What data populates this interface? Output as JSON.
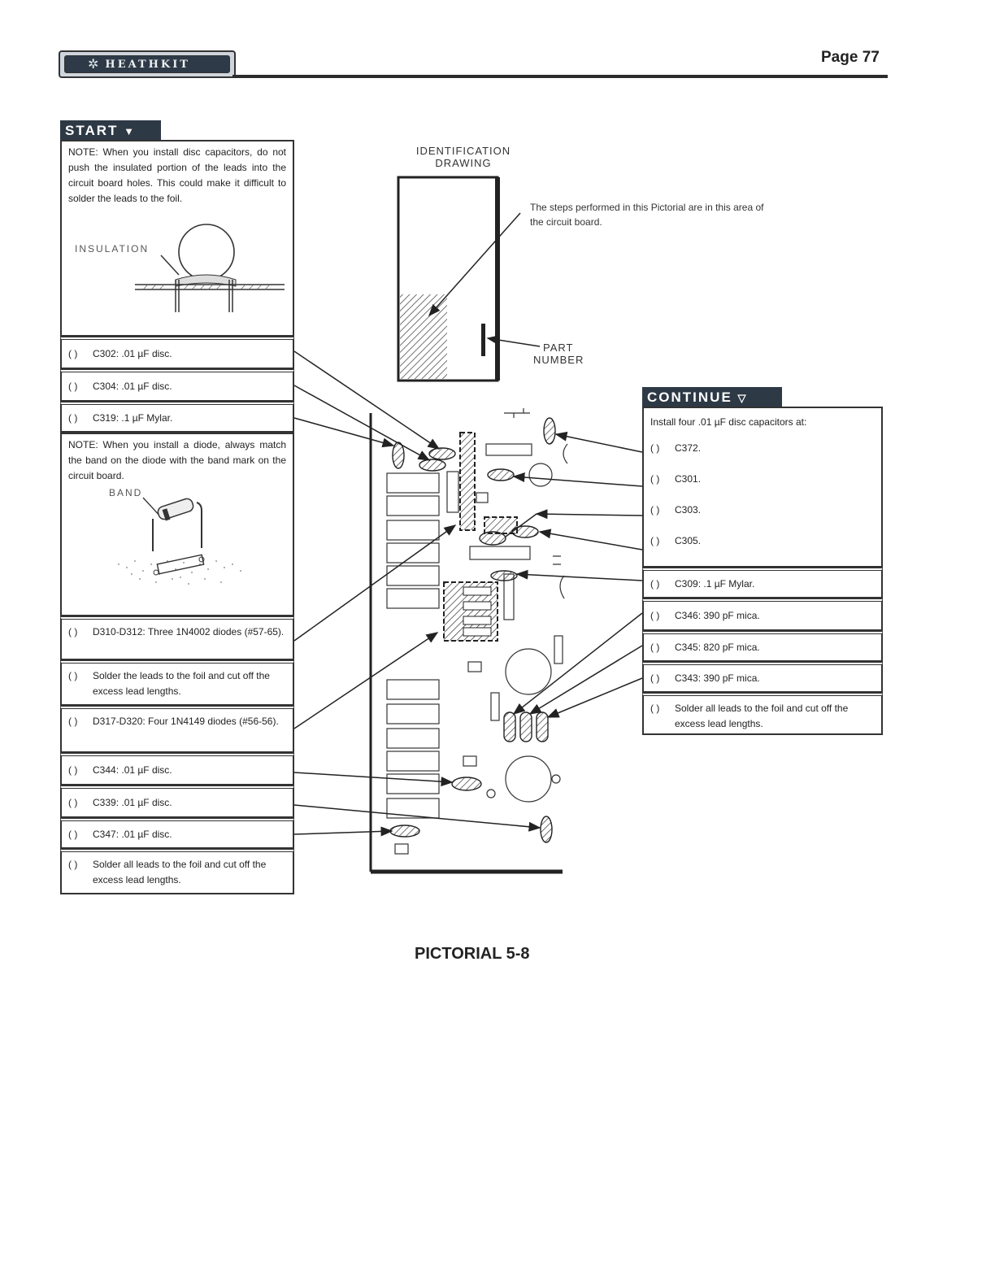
{
  "header": {
    "brand": "HEATHKIT",
    "page": "Page 77"
  },
  "start": {
    "banner": "START",
    "note1": "NOTE: When you install disc capacitors, do not push the insulated portion of the leads into the circuit board holes. This could make it difficult to solder the leads to the foil.",
    "insulation_label": "INSULATION",
    "steps_a": [
      {
        "check": "(   )",
        "text": "C302: .01 µF disc."
      },
      {
        "check": "(   )",
        "text": "C304: .01 µF disc."
      },
      {
        "check": "(   )",
        "text": "C319: .1 µF Mylar."
      }
    ],
    "note2": "NOTE: When you install a diode, always match the band on the diode with the band mark on the circuit board.",
    "band_label": "BAND",
    "steps_b": [
      {
        "check": "(   )",
        "text": "D310-D312: Three 1N4002 diodes (#57-65)."
      },
      {
        "check": "(   )",
        "text": "Solder the leads to the foil and cut off the excess lead lengths."
      },
      {
        "check": "(   )",
        "text": "D317-D320: Four 1N4149 diodes (#56-56)."
      },
      {
        "check": "(   )",
        "text": "C344: .01 µF disc."
      },
      {
        "check": "(   )",
        "text": "C339: .01 µF disc."
      },
      {
        "check": "(   )",
        "text": "C347: .01 µF disc."
      },
      {
        "check": "(   )",
        "text": "Solder all leads to the foil and cut off the excess lead lengths."
      }
    ]
  },
  "ident": {
    "title_line1": "IDENTIFICATION",
    "title_line2": "DRAWING",
    "steps_note": "The steps performed in this Pictorial are in this area of the circuit board.",
    "part_line1": "PART",
    "part_line2": "NUMBER"
  },
  "continue": {
    "banner": "CONTINUE",
    "intro": "Install four .01 µF disc capacitors at:",
    "items_a": [
      {
        "check": "(   )",
        "text": "C372."
      },
      {
        "check": "(   )",
        "text": "C301."
      },
      {
        "check": "(   )",
        "text": "C303."
      },
      {
        "check": "(   )",
        "text": "C305."
      }
    ],
    "items_b": [
      {
        "check": "(   )",
        "text": "C309: .1 µF Mylar."
      },
      {
        "check": "(   )",
        "text": "C346: 390 pF mica."
      },
      {
        "check": "(   )",
        "text": "C345: 820 pF mica."
      },
      {
        "check": "(   )",
        "text": "C343: 390 pF mica."
      },
      {
        "check": "(   )",
        "text": "Solder all leads to the foil and cut off the excess lead lengths."
      }
    ]
  },
  "caption": "PICTORIAL 5-8"
}
